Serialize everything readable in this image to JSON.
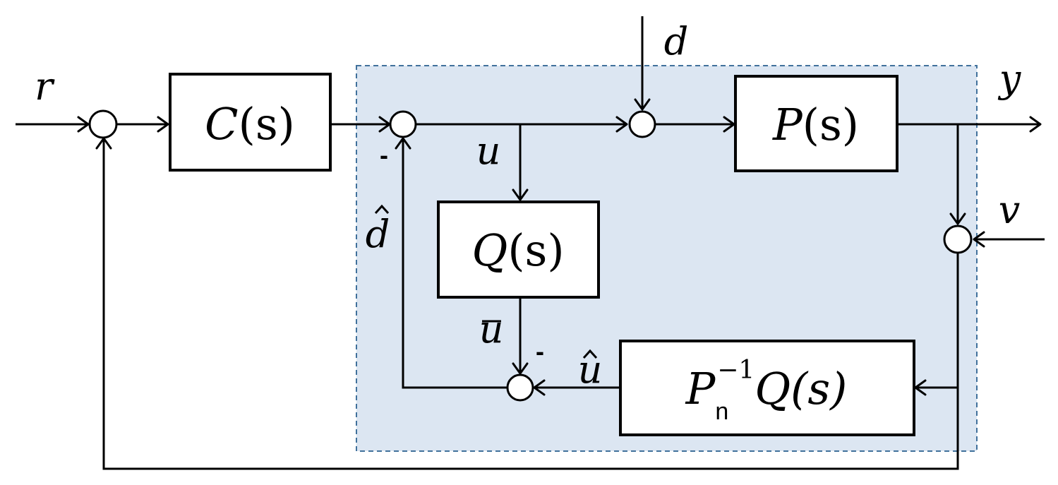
{
  "blocks": {
    "controller": {
      "name": "C",
      "arg": "(s)"
    },
    "plant": {
      "name": "P",
      "arg": "(s)"
    },
    "filter": {
      "name": "Q",
      "arg": "(s)"
    },
    "inverse": {
      "name": "P",
      "sub": "n",
      "sup": "−1",
      "tail": "Q(s)"
    }
  },
  "signals": {
    "reference": "r",
    "disturbance": "d",
    "output": "y",
    "noise": "v",
    "control": "u",
    "filtered_control": "u",
    "estimated_control": "u",
    "disturbance_estimate": "d"
  },
  "signs": {
    "feedback_minus": "-",
    "filter_minus": "-"
  },
  "colors": {
    "observer_region_fill": "#dce6f2",
    "observer_region_border": "#41719c"
  }
}
